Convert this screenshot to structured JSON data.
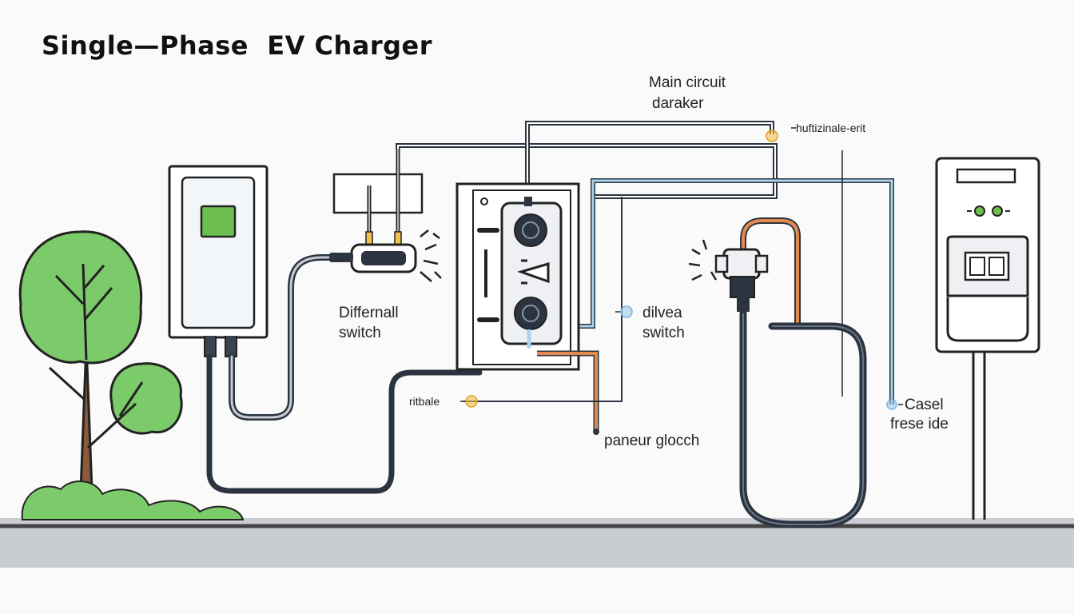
{
  "title": "Single—Phase  EV Charger",
  "labels": {
    "main_breaker_line1": "Main circuit",
    "main_breaker_line2": "daraker",
    "upper_right": "huftizinale-erit",
    "differential_line1": "Differnall",
    "differential_line2": "switch",
    "diverse_line1": "dilvea",
    "diverse_line2": "switch",
    "left_bottom": "ritbale",
    "panel_ground": "paneur glocch",
    "cable_line1": "Casel",
    "cable_line2": "frese ide"
  },
  "colors": {
    "wire_dark": "#2b3440",
    "wire_blue": "#a9d3ec",
    "wire_orange": "#e58a4e",
    "dot_yellow": "#f2c14e",
    "dot_blue": "#9fc9ea",
    "leaf_green": "#7ccb6a",
    "charger_screen": "#6cbf4f",
    "ground": "#c9ccd1"
  }
}
